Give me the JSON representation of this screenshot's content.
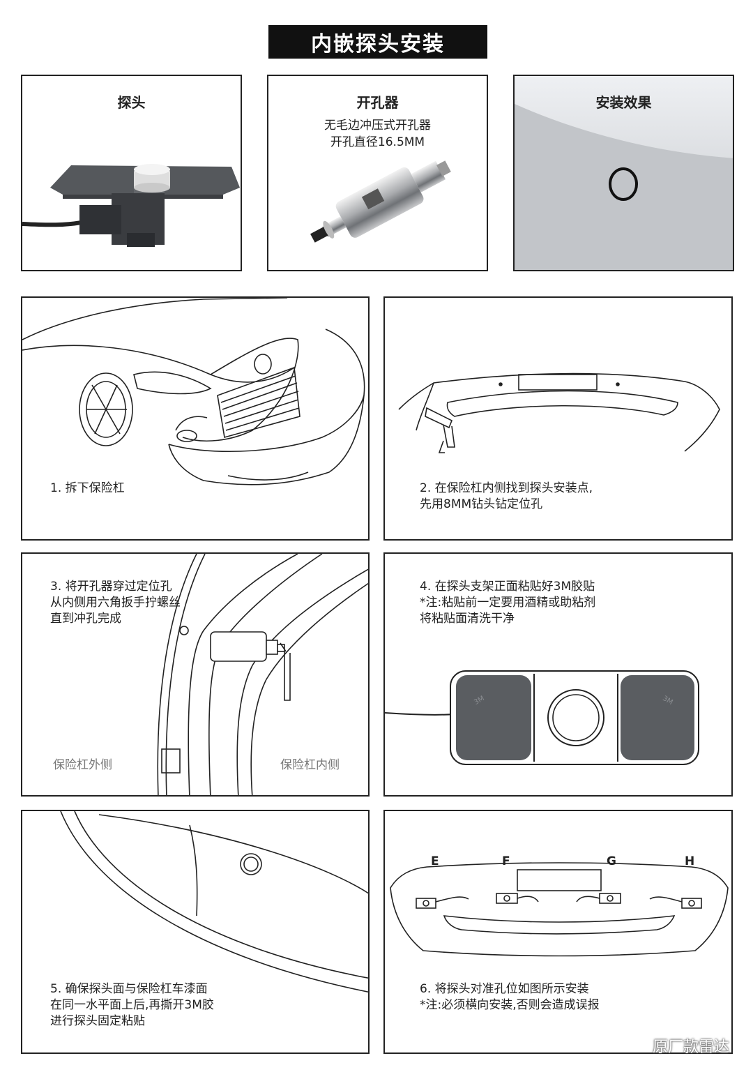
{
  "header": {
    "title": "内嵌探头安装"
  },
  "top_panels": [
    {
      "title": "探头",
      "subtitle_lines": []
    },
    {
      "title": "开孔器",
      "subtitle_lines": [
        "无毛边冲压式开孔器",
        "开孔直径16.5MM"
      ]
    },
    {
      "title": "安装效果",
      "subtitle_lines": []
    }
  ],
  "steps": [
    {
      "lines": [
        "1. 拆下保险杠"
      ]
    },
    {
      "lines": [
        "2. 在保险杠内侧找到探头安装点,",
        "先用8MM钻头钻定位孔"
      ]
    },
    {
      "lines": [
        "3. 将开孔器穿过定位孔",
        "从内侧用六角扳手拧螺丝",
        "直到冲孔完成"
      ]
    },
    {
      "lines": [
        "4. 在探头支架正面粘贴好3M胶贴",
        "*注:粘贴前一定要用酒精或助粘剂",
        "将粘贴面清洗干净"
      ]
    },
    {
      "lines": [
        "5. 确保探头面与保险杠车漆面",
        "在同一水平面上后,再撕开3M胶",
        "进行探头固定粘贴"
      ]
    },
    {
      "lines": [
        "6. 将探头对准孔位如图所示安装",
        "*注:必须横向安装,否则会造成误报"
      ]
    }
  ],
  "step3_labels": {
    "outside": "保险杠外侧",
    "inside": "保险杠内侧"
  },
  "step6_positions": [
    "E",
    "F",
    "G",
    "H"
  ],
  "tape_label": "3M",
  "watermark": "原厂款雷达"
}
